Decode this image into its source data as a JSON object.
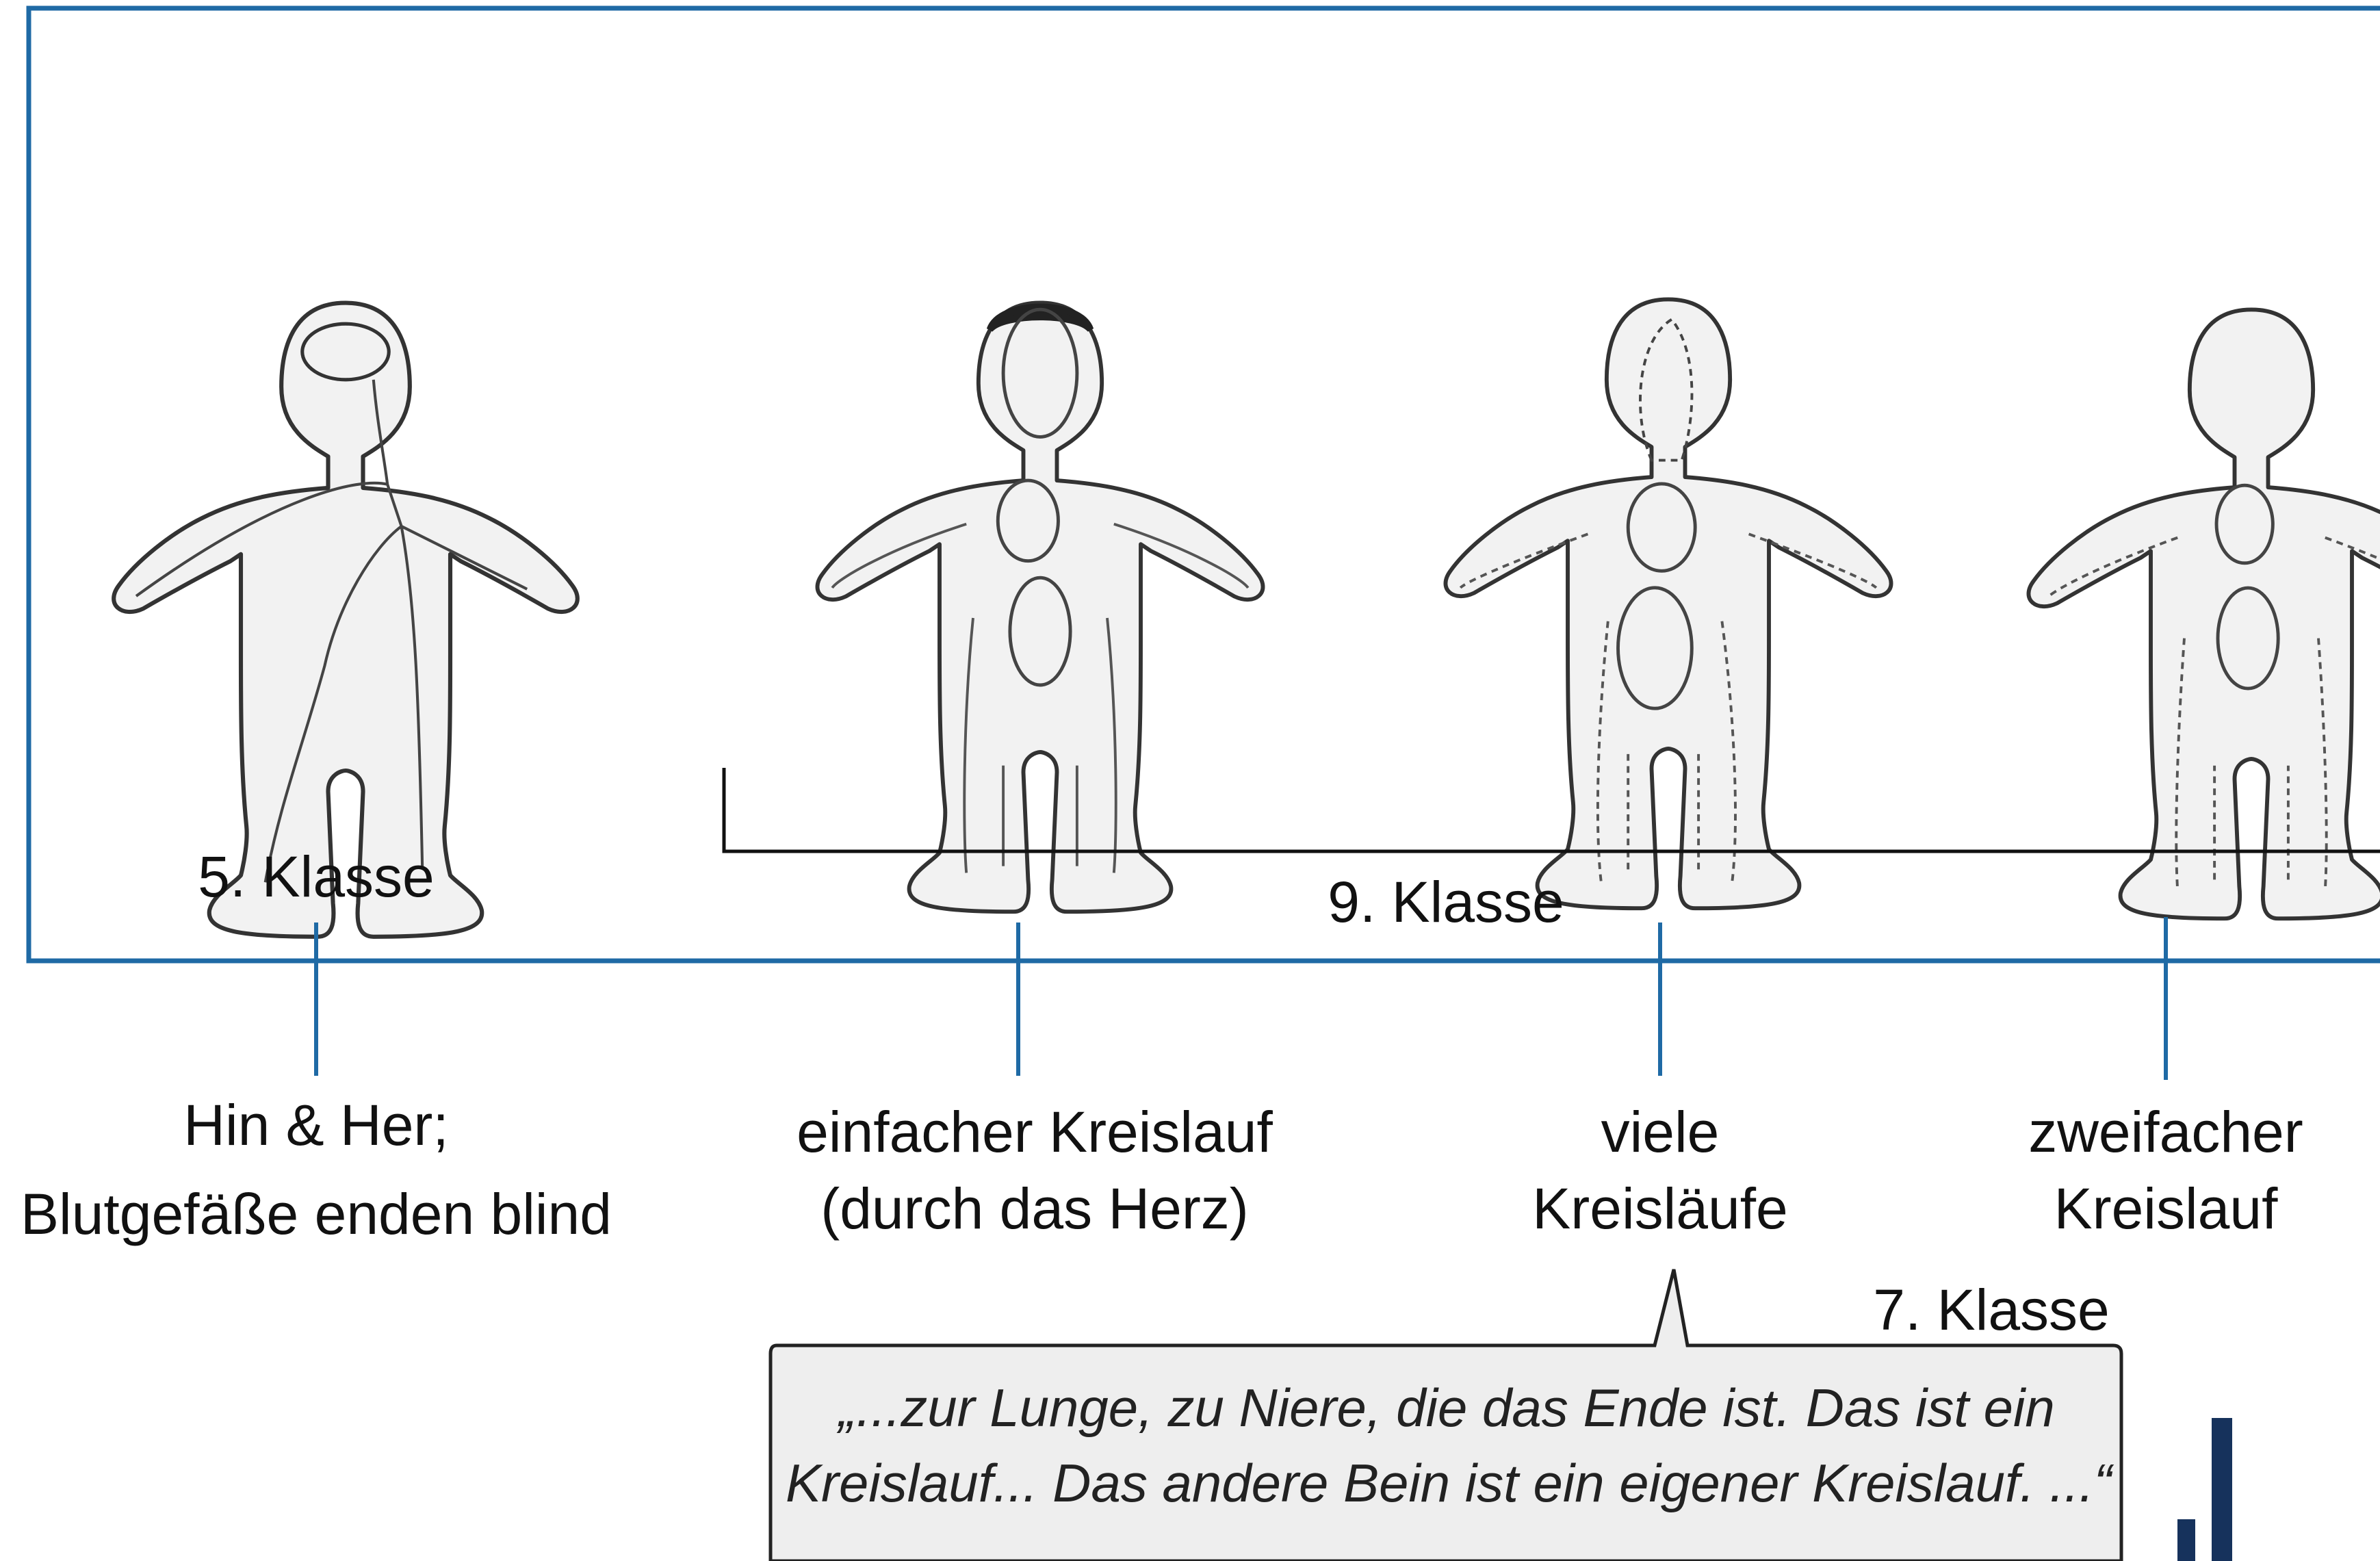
{
  "colors": {
    "frame": "#1f6aa5",
    "tick": "#1f6aa5",
    "bracket": "#111111",
    "bubble_fill": "#eeeeee",
    "bubble_stroke": "#222222",
    "logo": "#16325c",
    "figure_fill": "#f2f2f2",
    "figure_stroke": "#333333"
  },
  "figures": [
    {
      "id": "fig-5",
      "icon": "body-outline-blood-vessels-blind-ends"
    },
    {
      "id": "fig-9a",
      "icon": "body-outline-single-circulation"
    },
    {
      "id": "fig-9b",
      "icon": "body-outline-many-circulations"
    },
    {
      "id": "fig-9c",
      "icon": "body-outline-double-circulation"
    }
  ],
  "grades": {
    "grade5": "5. Klasse",
    "grade9": "9. Klasse",
    "grade7": "7. Klasse"
  },
  "concepts": {
    "c1": {
      "line1": "Hin & Her;",
      "line2": "Blutgefäße enden blind"
    },
    "c2": {
      "line1": "einfacher Kreislauf",
      "line2": "(durch das Herz)"
    },
    "c3": {
      "line1": "viele",
      "line2": "Kreisläufe"
    },
    "c4": {
      "line1": "zweifacher",
      "line2": "Kreislauf"
    }
  },
  "quote": {
    "line1": "„...zur Lunge, zu Niere, die das Ende ist. Das ist ein",
    "line2": "Kreislauf... Das andere Bein ist ein eigener Kreislauf. ...“"
  },
  "logo": {
    "icon": "bar-chart-logo-icon"
  }
}
